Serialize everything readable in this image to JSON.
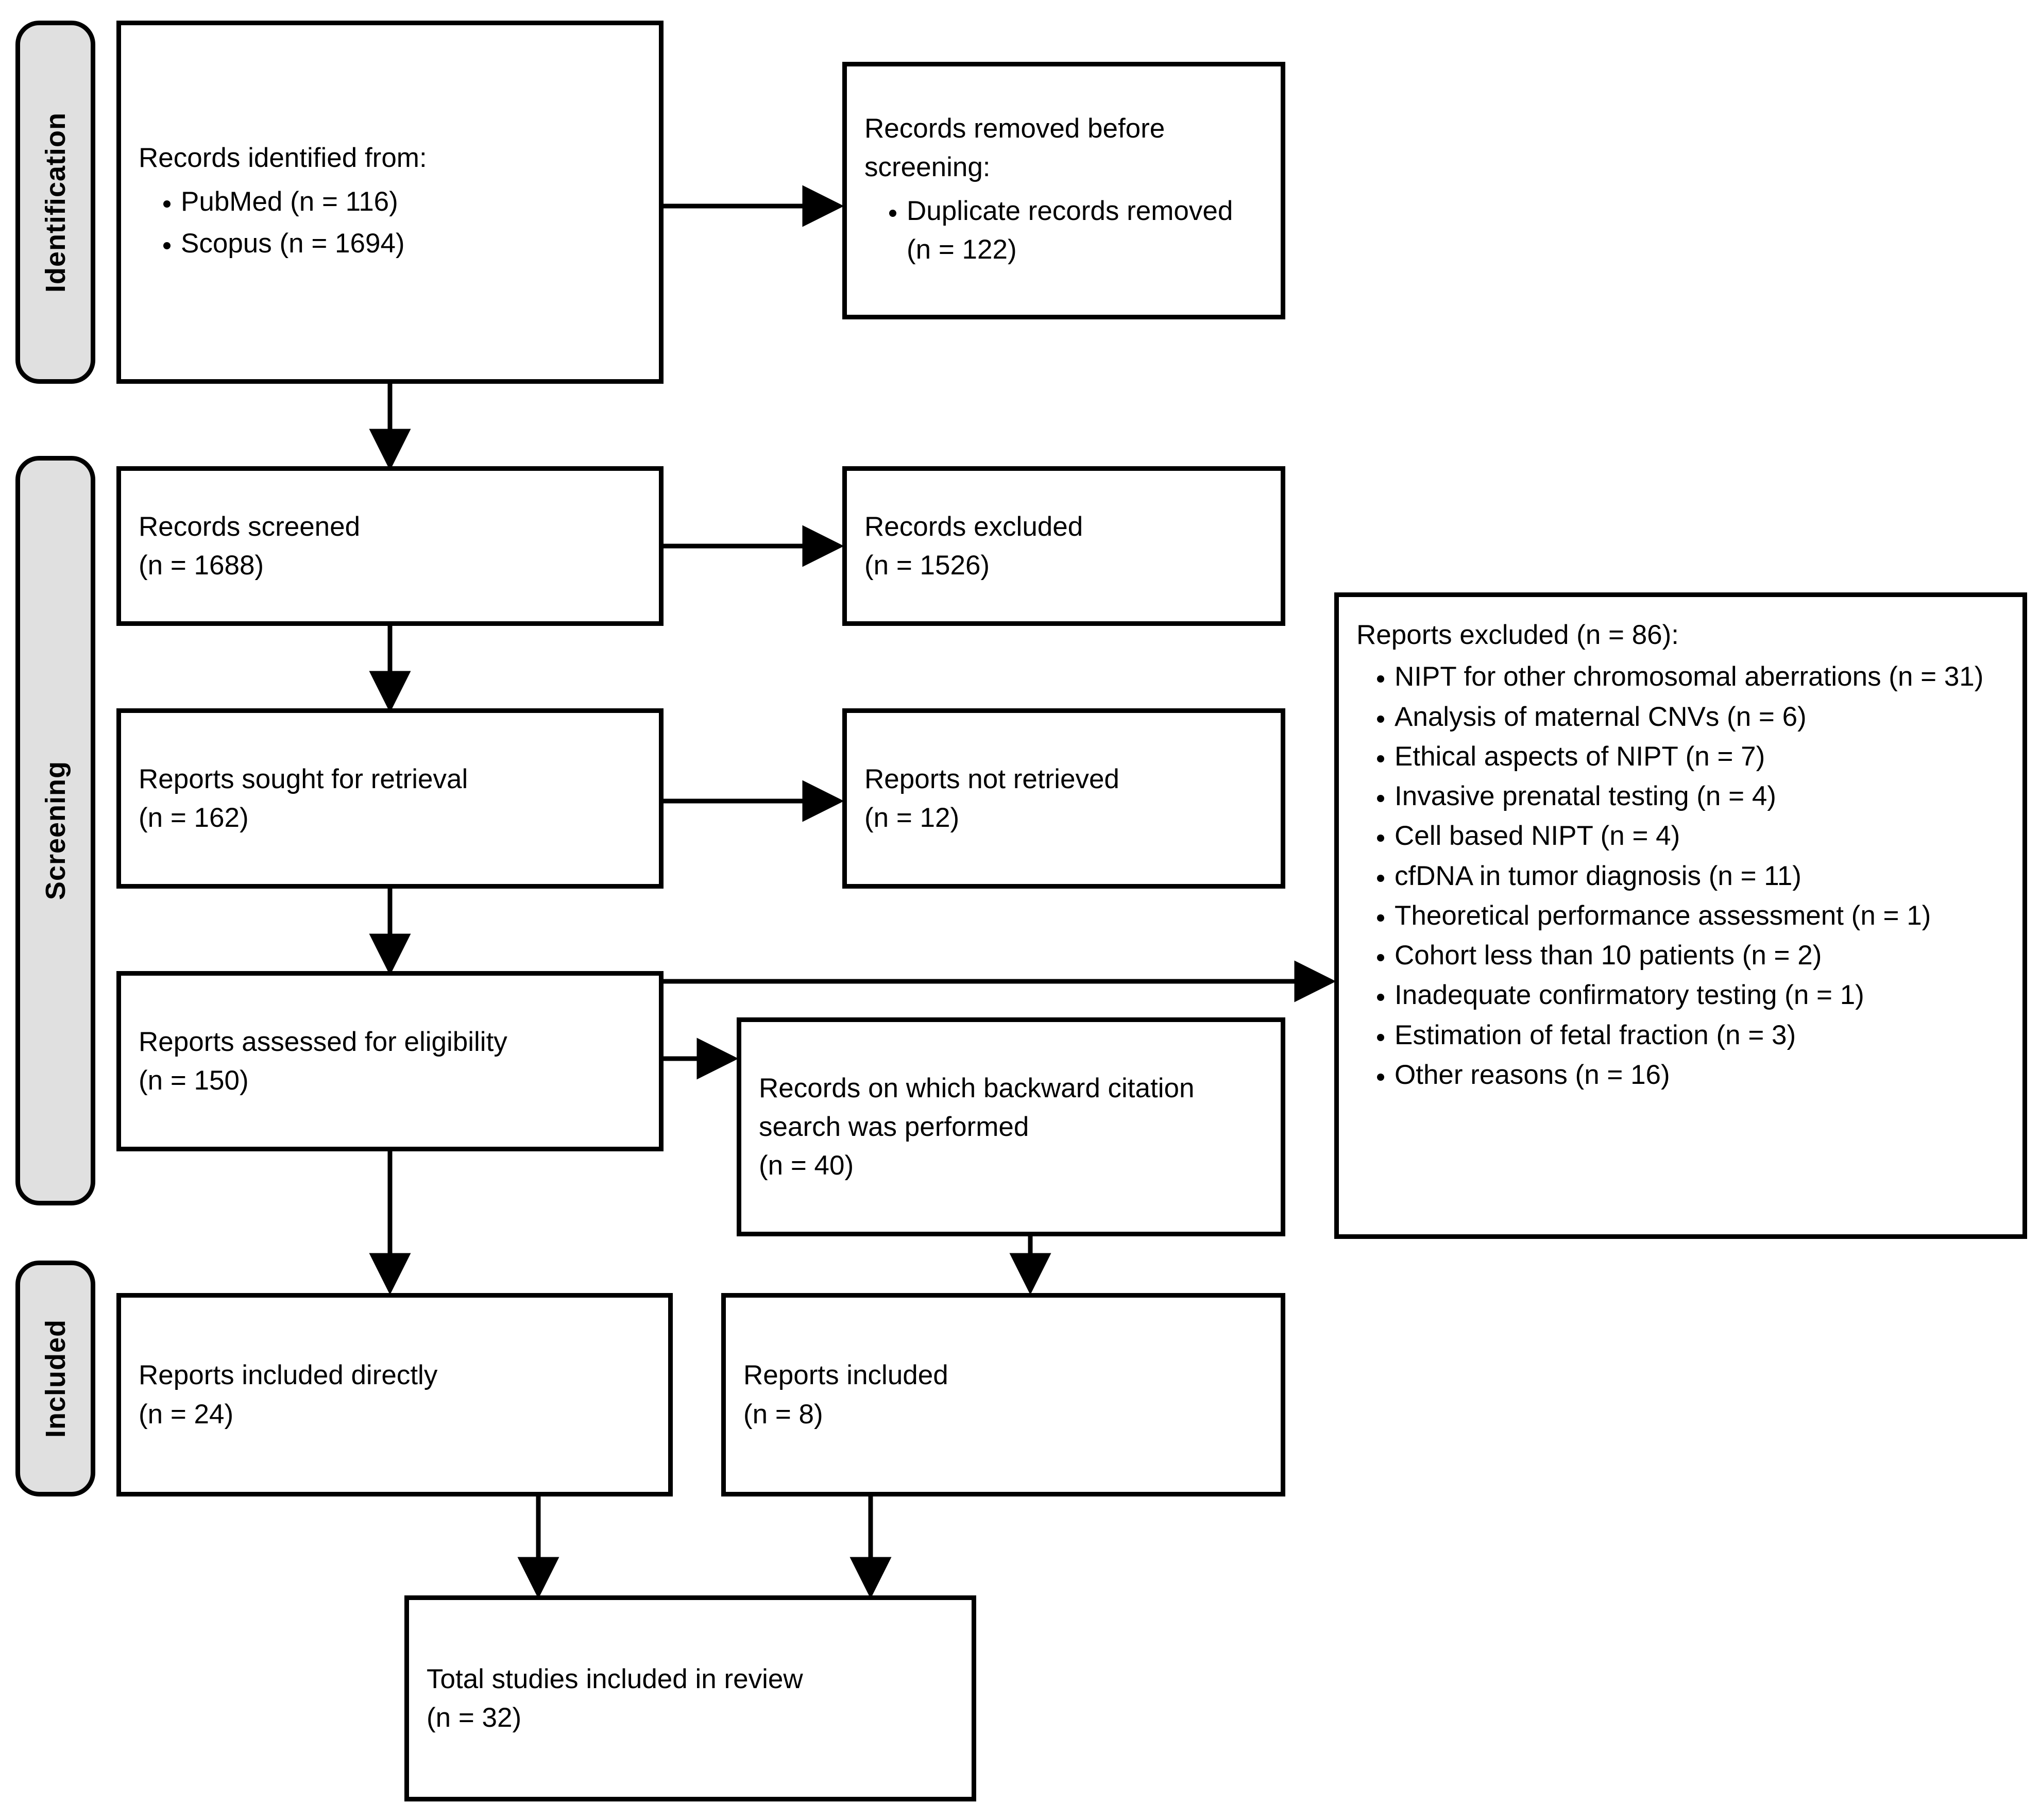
{
  "diagram": {
    "type": "prisma-flow-diagram",
    "phases": [
      {
        "id": "identification",
        "label": "Identification"
      },
      {
        "id": "screening",
        "label": "Screening"
      },
      {
        "id": "included",
        "label": "Included"
      }
    ]
  },
  "boxes": {
    "records_identified": {
      "heading": "Records identified from:",
      "items": [
        "PubMed (n = 116)",
        "Scopus (n = 1694)"
      ]
    },
    "records_removed": {
      "heading": "Records removed before screening:",
      "items": [
        "Duplicate records removed (n = 122)"
      ]
    },
    "records_screened": {
      "line1": "Records screened",
      "line2": "(n = 1688)"
    },
    "records_excluded": {
      "line1": "Records excluded",
      "line2": "(n = 1526)"
    },
    "reports_sought": {
      "line1": "Reports sought for retrieval",
      "line2": "(n = 162)"
    },
    "reports_not_retrieved": {
      "line1": "Reports not retrieved",
      "line2": "(n = 12)"
    },
    "reports_assessed": {
      "line1": "Reports assessed for eligibility",
      "line2": "(n = 150)"
    },
    "backward_citation": {
      "line1": "Records on which backward citation search was performed",
      "line2": "(n = 40)"
    },
    "reports_excluded": {
      "heading": "Reports excluded (n = 86):",
      "items": [
        "NIPT for other chromosomal aberrations (n = 31)",
        "Analysis of maternal CNVs (n = 6)",
        "Ethical aspects of NIPT (n = 7)",
        "Invasive prenatal testing (n = 4)",
        "Cell based NIPT (n = 4)",
        "cfDNA in tumor diagnosis (n = 11)",
        "Theoretical performance assessment (n = 1)",
        "Cohort less than 10 patients (n = 2)",
        "Inadequate confirmatory testing (n = 1)",
        "Estimation of fetal fraction (n = 3)",
        "Other reasons (n = 16)"
      ]
    },
    "reports_included_directly": {
      "line1": "Reports included directly",
      "line2": "(n = 24)"
    },
    "reports_included": {
      "line1": "Reports included",
      "line2": "(n = 8)"
    },
    "total_studies": {
      "line1": "Total studies included in review",
      "line2": "(n = 32)"
    }
  },
  "colors": {
    "stroke": "#000000",
    "box_fill": "#ffffff",
    "phase_fill": "#e0e0e0",
    "text": "#000000"
  }
}
